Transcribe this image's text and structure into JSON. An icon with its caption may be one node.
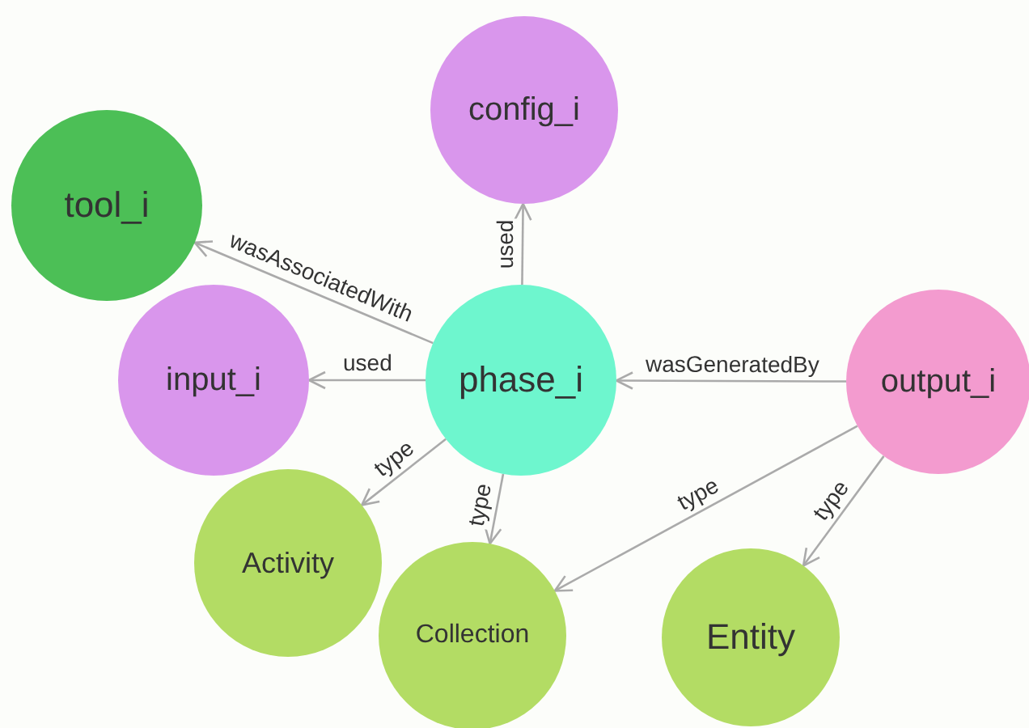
{
  "diagram": {
    "nodes": [
      {
        "text": [
          "config_i"
        ]
      },
      {
        "text": [
          "tool_i"
        ]
      },
      {
        "text": [
          "input_i"
        ]
      },
      {
        "text": [
          "phase_i"
        ]
      },
      {
        "text": [
          "output_i"
        ]
      },
      {
        "text": [
          "Activity"
        ]
      },
      {
        "text": [
          "Collection"
        ]
      },
      {
        "text": [
          "Entity"
        ]
      }
    ],
    "edges": [
      {
        "from": 3,
        "to": 0,
        "arrow": "to",
        "label": "used"
      },
      {
        "from": 3,
        "to": 1,
        "arrow": "to",
        "label": "wasAssociatedWith"
      },
      {
        "from": 3,
        "to": 2,
        "arrow": "to",
        "label": "used"
      },
      {
        "from": 4,
        "to": 3,
        "arrow": "to",
        "label": "wasGeneratedBy"
      },
      {
        "from": 3,
        "to": 5,
        "arrow": "to",
        "label": "type"
      },
      {
        "from": 3,
        "to": 6,
        "arrow": "to",
        "label": "type"
      },
      {
        "from": 4,
        "to": 6,
        "arrow": "to",
        "label": "type"
      },
      {
        "from": 4,
        "to": 7,
        "arrow": "to",
        "label": "type"
      }
    ]
  }
}
